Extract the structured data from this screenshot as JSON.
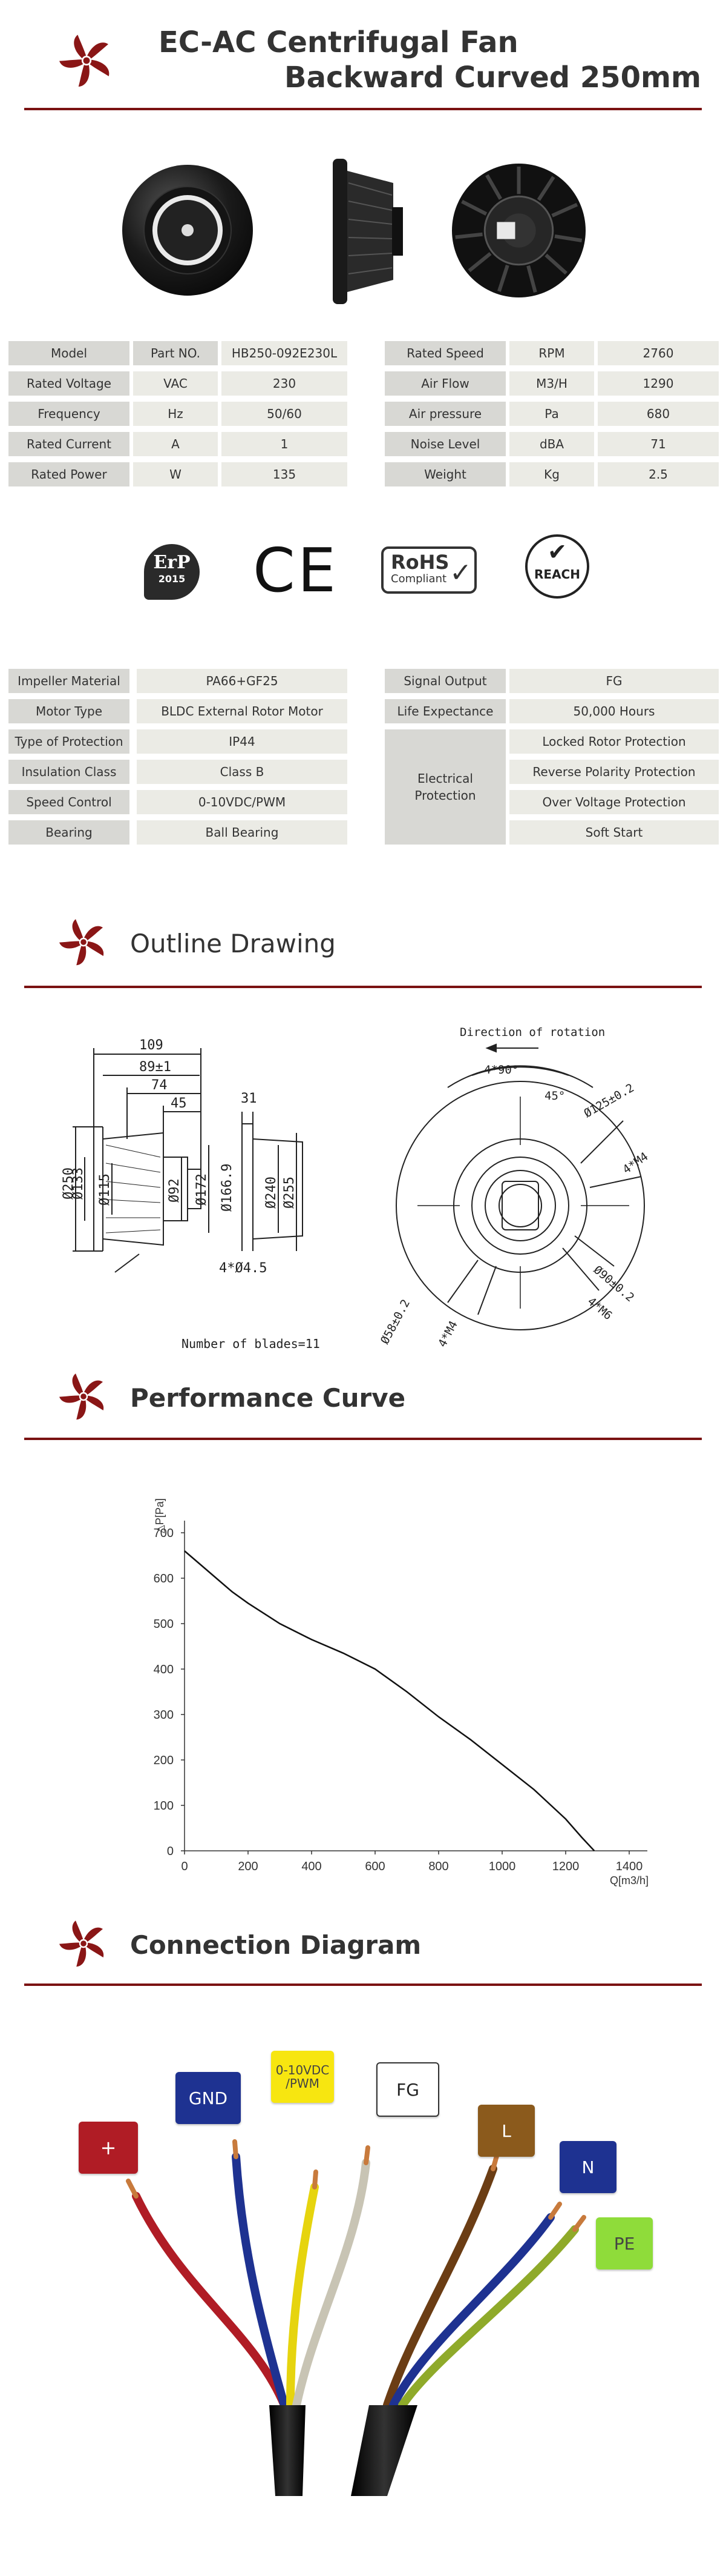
{
  "header": {
    "title_line1": "EC-AC Centrifugal Fan",
    "title_line2": "Backward Curved 250mm"
  },
  "specs": {
    "left": [
      {
        "label": "Model",
        "unit": "Part NO.",
        "value": "HB250-092E230L"
      },
      {
        "label": "Rated Voltage",
        "unit": "VAC",
        "value": "230"
      },
      {
        "label": "Frequency",
        "unit": "Hz",
        "value": "50/60"
      },
      {
        "label": "Rated Current",
        "unit": "A",
        "value": "1"
      },
      {
        "label": "Rated Power",
        "unit": "W",
        "value": "135"
      }
    ],
    "right": [
      {
        "label": "Rated Speed",
        "unit": "RPM",
        "value": "2760"
      },
      {
        "label": "Air Flow",
        "unit": "M3/H",
        "value": "1290"
      },
      {
        "label": "Air pressure",
        "unit": "Pa",
        "value": "680"
      },
      {
        "label": "Noise Level",
        "unit": "dBA",
        "value": "71"
      },
      {
        "label": "Weight",
        "unit": "Kg",
        "value": "2.5"
      }
    ]
  },
  "certs": {
    "erp": "ErP",
    "erp_year": "2015",
    "ce": "CE",
    "rohs": "RoHS",
    "rohs_sub": "Compliant",
    "reach": "REACH"
  },
  "features": {
    "left": [
      {
        "label": "Impeller Material",
        "value": "PA66+GF25"
      },
      {
        "label": "Motor Type",
        "value": "BLDC External Rotor Motor"
      },
      {
        "label": "Type of Protection",
        "value": "IP44"
      },
      {
        "label": "Insulation Class",
        "value": "Class B"
      },
      {
        "label": "Speed Control",
        "value": "0-10VDC/PWM"
      },
      {
        "label": "Bearing",
        "value": "Ball Bearing"
      }
    ],
    "right_top": [
      {
        "label": "Signal Output",
        "value": "FG"
      },
      {
        "label": "Life Expectance",
        "value": "50,000 Hours"
      }
    ],
    "protection_label": "Electrical Protection",
    "protection_items": [
      "Locked Rotor Protection",
      "Reverse Polarity Protection",
      "Over Voltage Protection",
      "Soft Start"
    ]
  },
  "outline": {
    "title": "Outline Drawing",
    "direction": "Direction of rotation",
    "blades": "Number of blades=11",
    "dims": {
      "d109": "109",
      "d89": "89±1",
      "d74": "74",
      "d45": "45",
      "d31": "31",
      "d250": "Ø250",
      "d133": "Ø133",
      "d115": "Ø115",
      "d92": "Ø92",
      "d172": "Ø172",
      "d1669": "Ø166.9",
      "d240": "Ø240",
      "d255": "Ø255",
      "holes": "4*Ø4.5",
      "a90": "4*90°",
      "a45": "45°",
      "d125": "Ø125±0.2",
      "m4a": "4*M4",
      "d90": "Ø90±0.2",
      "m6": "4*M6",
      "d58": "Ø58±0.2",
      "m4b": "4*M4"
    }
  },
  "performance": {
    "title": "Performance Curve"
  },
  "chart_data": {
    "type": "line",
    "title": "",
    "xlabel": "Q[m3/h]",
    "ylabel": "△P[Pa]",
    "xlim": [
      0,
      1400
    ],
    "ylim": [
      0,
      700
    ],
    "xticks": [
      "0",
      "200",
      "400",
      "600",
      "800",
      "1000",
      "1200",
      "1400"
    ],
    "yticks": [
      "0",
      "100",
      "200",
      "300",
      "400",
      "500",
      "600",
      "700"
    ],
    "grid": false,
    "series": [
      {
        "name": "",
        "x": [
          0,
          50,
          100,
          150,
          200,
          300,
          400,
          500,
          600,
          700,
          800,
          900,
          1000,
          1100,
          1200,
          1250,
          1290
        ],
        "y": [
          660,
          630,
          600,
          570,
          545,
          500,
          465,
          435,
          400,
          350,
          295,
          245,
          190,
          135,
          70,
          30,
          0
        ]
      }
    ]
  },
  "connection": {
    "title": "Connection Diagram",
    "labels": {
      "plus": "+",
      "gnd": "GND",
      "ctrl": "0-10VDC /PWM",
      "fg": "FG",
      "l": "L",
      "n": "N",
      "pe": "PE"
    }
  },
  "colors": {
    "accent": "#7a1212",
    "plus": "#b01c25",
    "gnd": "#1e3291",
    "ctrl": "#f7e610",
    "l": "#8b5a1c",
    "n": "#1e3291",
    "pe": "#8fdc3a"
  }
}
